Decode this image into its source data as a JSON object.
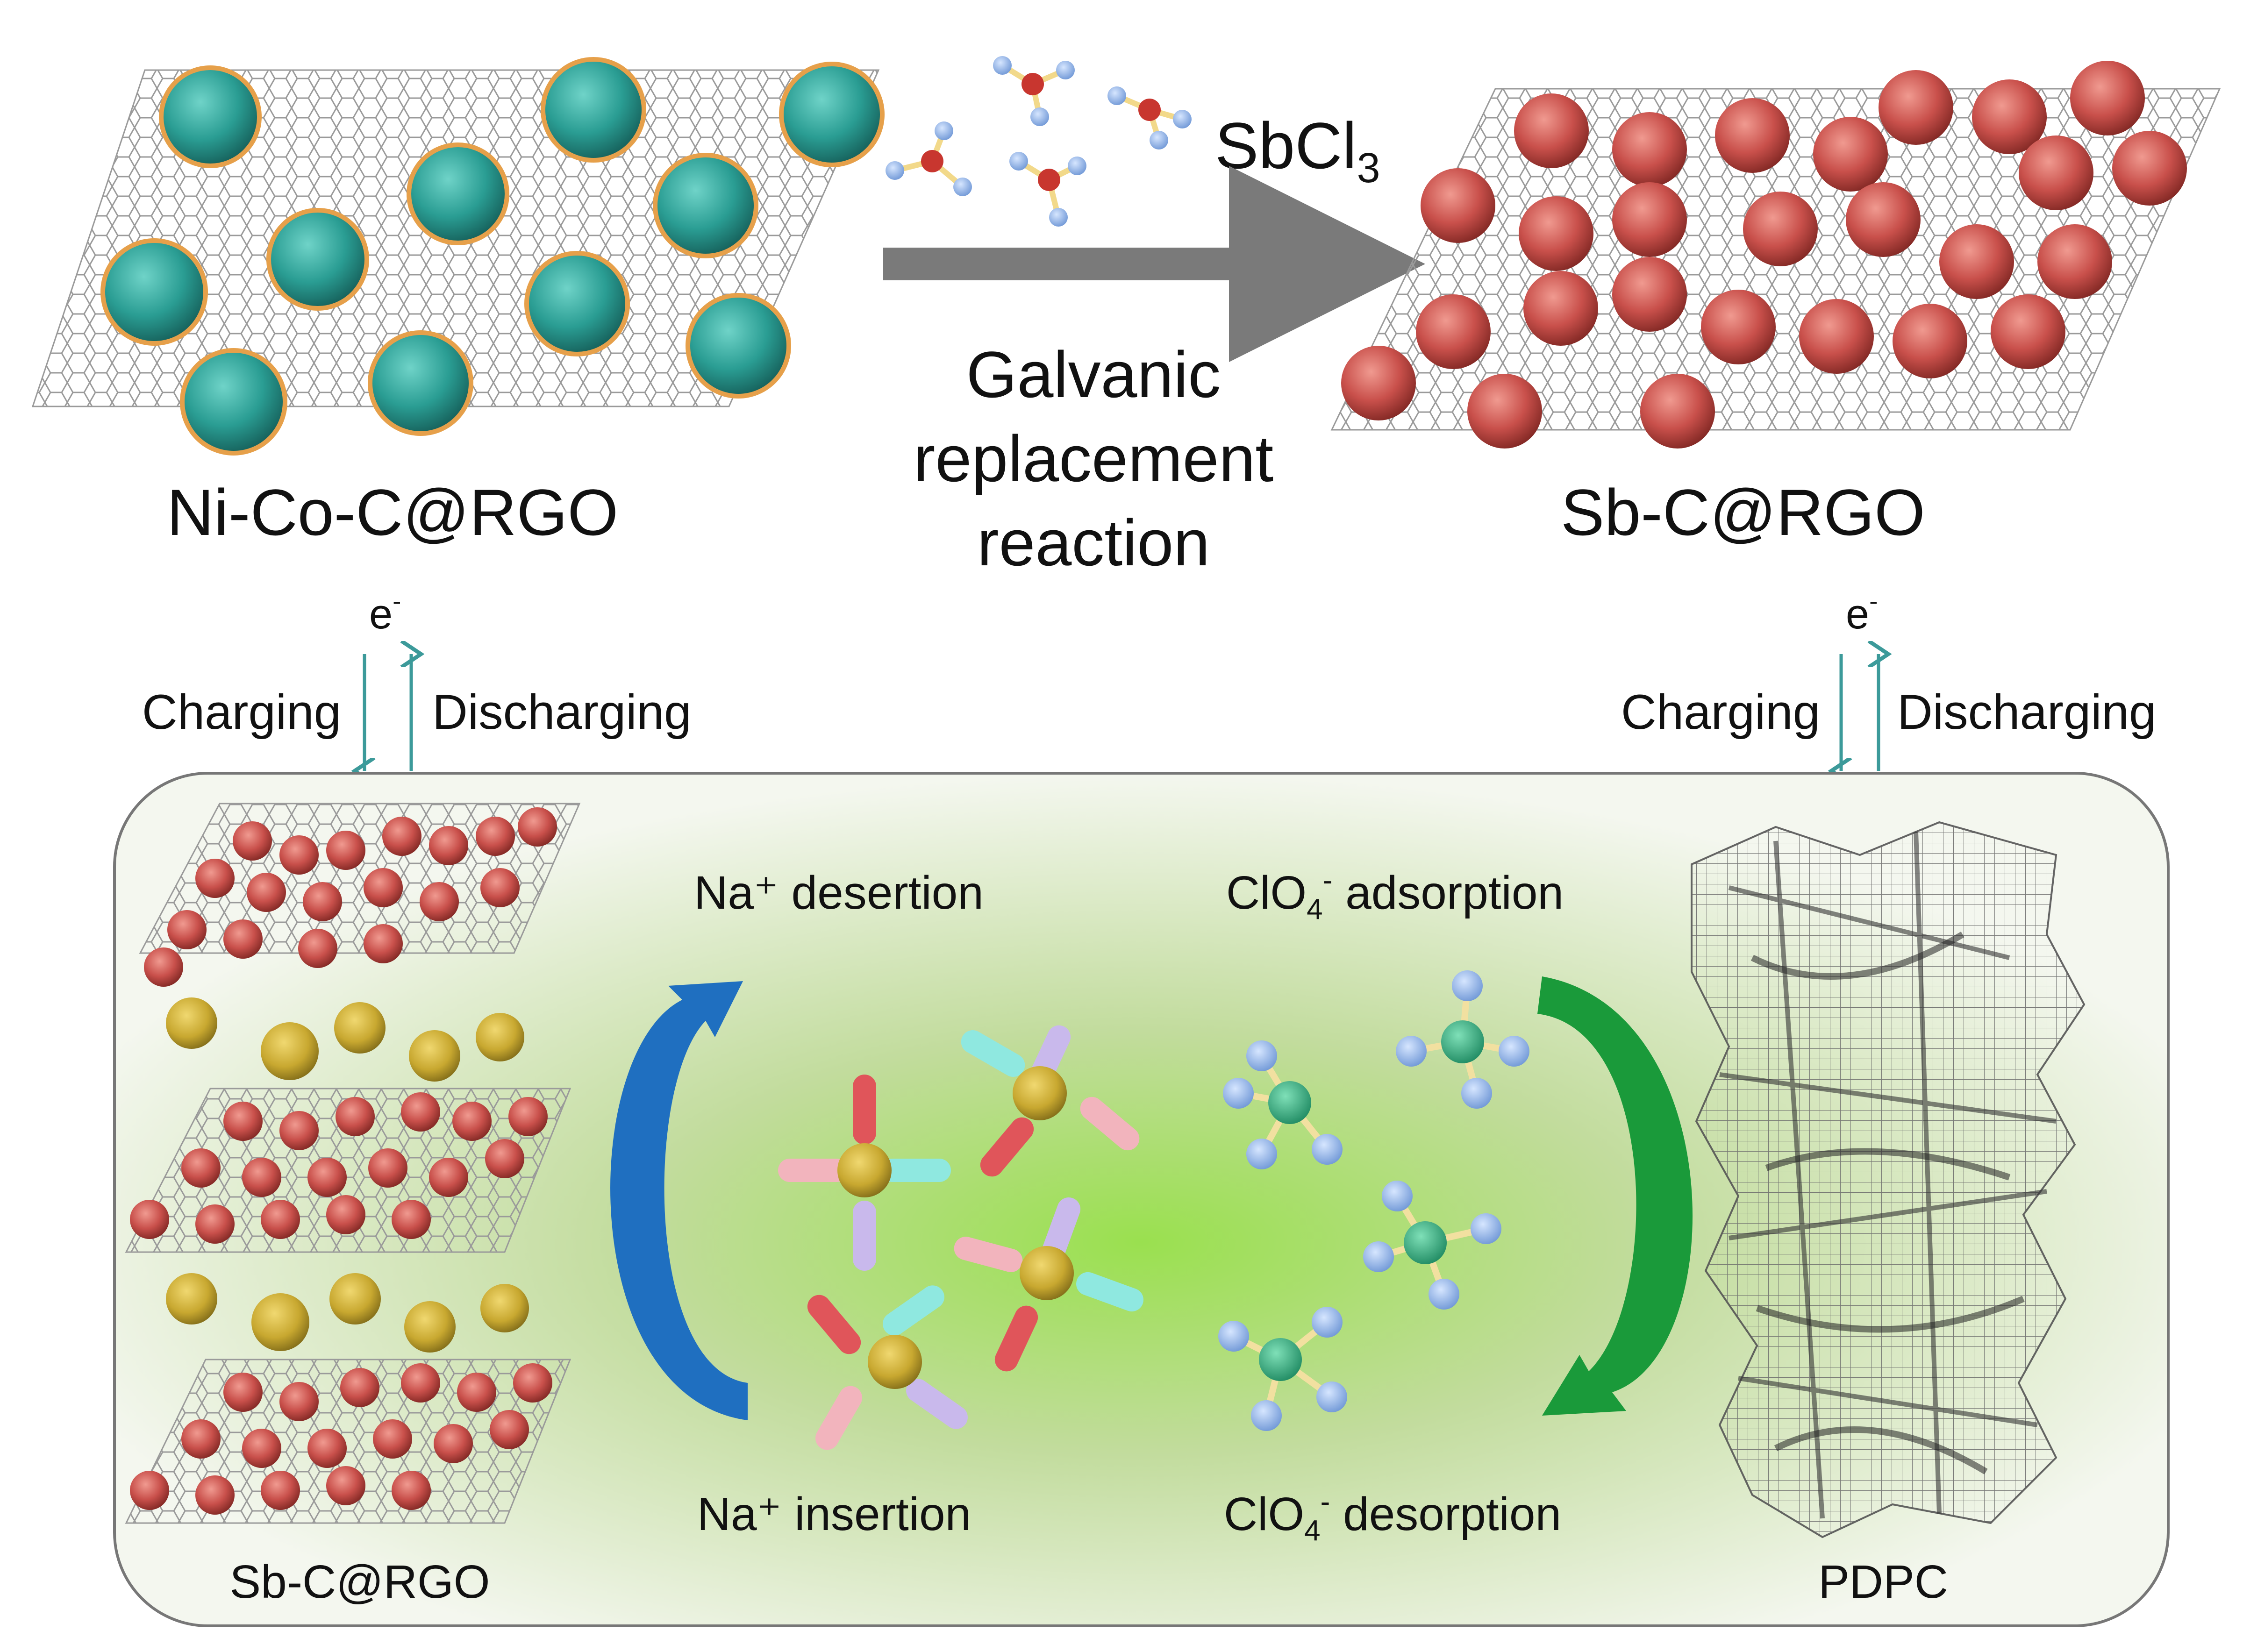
{
  "top": {
    "left_label": "Ni-Co-C@RGO",
    "right_label": "Sb-C@RGO",
    "reagent": "SbCl",
    "reagent_sub": "3",
    "process_line1": "Galvanic",
    "process_line2": "replacement",
    "process_line3": "reaction"
  },
  "middle": {
    "electron": "e",
    "electron_sup": "-",
    "charging": "Charging",
    "discharging": "Discharging"
  },
  "cell": {
    "left_electrode": "Sb-C@RGO",
    "right_electrode": "PDPC",
    "na_desertion": "Na⁺ desertion",
    "na_insertion": "Na⁺ insertion",
    "clo4_main": "ClO",
    "clo4_sub": "4",
    "clo4_sup": "-",
    "adsorption": "adsorption",
    "desorption": "desorption"
  },
  "colors": {
    "teal_particle": "#2a9d93",
    "sb_particle": "#c9504b",
    "sodium": "#c8a830",
    "blue_arrow": "#1f6fc0",
    "green_arrow": "#1a9a3a",
    "perchlorate_center": "#2aa37a",
    "oxygen": "#8fb4e8",
    "electron_arrow": "#3c9a9a",
    "gray_arrow": "#7a7a7a"
  }
}
